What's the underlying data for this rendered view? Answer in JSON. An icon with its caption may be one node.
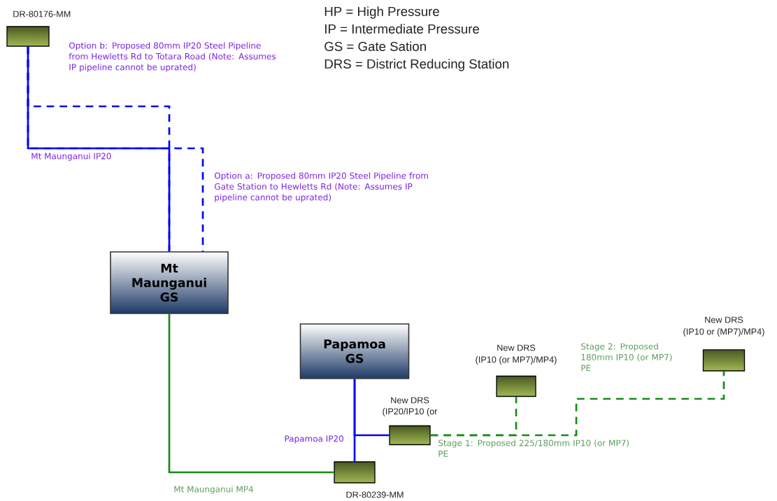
{
  "diagram": {
    "nodes": [
      {
        "text": [
          "DR-80176-MM"
        ]
      },
      {
        "text": [
          "Mt Maunganui GS"
        ]
      },
      {
        "text": [
          "Papamoa GS"
        ]
      },
      {
        "text": [
          "New DRS",
          "(IP10 (or MP7)/MP4)"
        ]
      },
      {
        "text": [
          "New DRS",
          "(IP10 or (MP7)/MP4)"
        ]
      },
      {
        "text": [
          "New DRS",
          "(IP20/IP10 (or"
        ]
      },
      {
        "text": [
          "DR-80239-MM"
        ]
      }
    ],
    "edges": [
      {
        "from": 0,
        "to": 1,
        "arrow": "none",
        "label": "Mt Maunganui IP20"
      },
      {
        "from": 0,
        "to": 1,
        "arrow": "none",
        "style": "dashed",
        "label": "Option b: Proposed 80mm IP20 Steel Pipeline from Hewletts Rd to Totara Road (Note: Assumes IP pipeline cannot be uprated)"
      },
      {
        "from": 0,
        "to": 1,
        "arrow": "none",
        "style": "dashed",
        "label": "Option a: Proposed 80mm IP20 Steel Pipeline from Gate Station to Hewletts Rd (Note: Assumes IP pipeline cannot be uprated)"
      },
      {
        "from": 1,
        "to": 6,
        "arrow": "none",
        "color": "#178a17",
        "label": "Mt Maunganui MP4"
      },
      {
        "from": 2,
        "to": 6,
        "arrow": "none",
        "label": "Papamoa IP20"
      },
      {
        "from": 2,
        "to": 5,
        "arrow": "none"
      },
      {
        "from": 5,
        "to": 3,
        "arrow": "none",
        "style": "dashed",
        "color": "#178a17",
        "label": "Stage 1: Proposed 225/180mm IP10 (or MP7) PE"
      },
      {
        "from": 5,
        "to": 4,
        "arrow": "none",
        "style": "dashed",
        "color": "#178a17",
        "label": "Stage 2: Proposed 180mm IP10 (or MP7) PE"
      }
    ],
    "labels": [
      "HP = High Pressure",
      "IP = Intermediate Pressure",
      "GS = Gate Sation",
      "DRS = District Reducing Station"
    ]
  }
}
